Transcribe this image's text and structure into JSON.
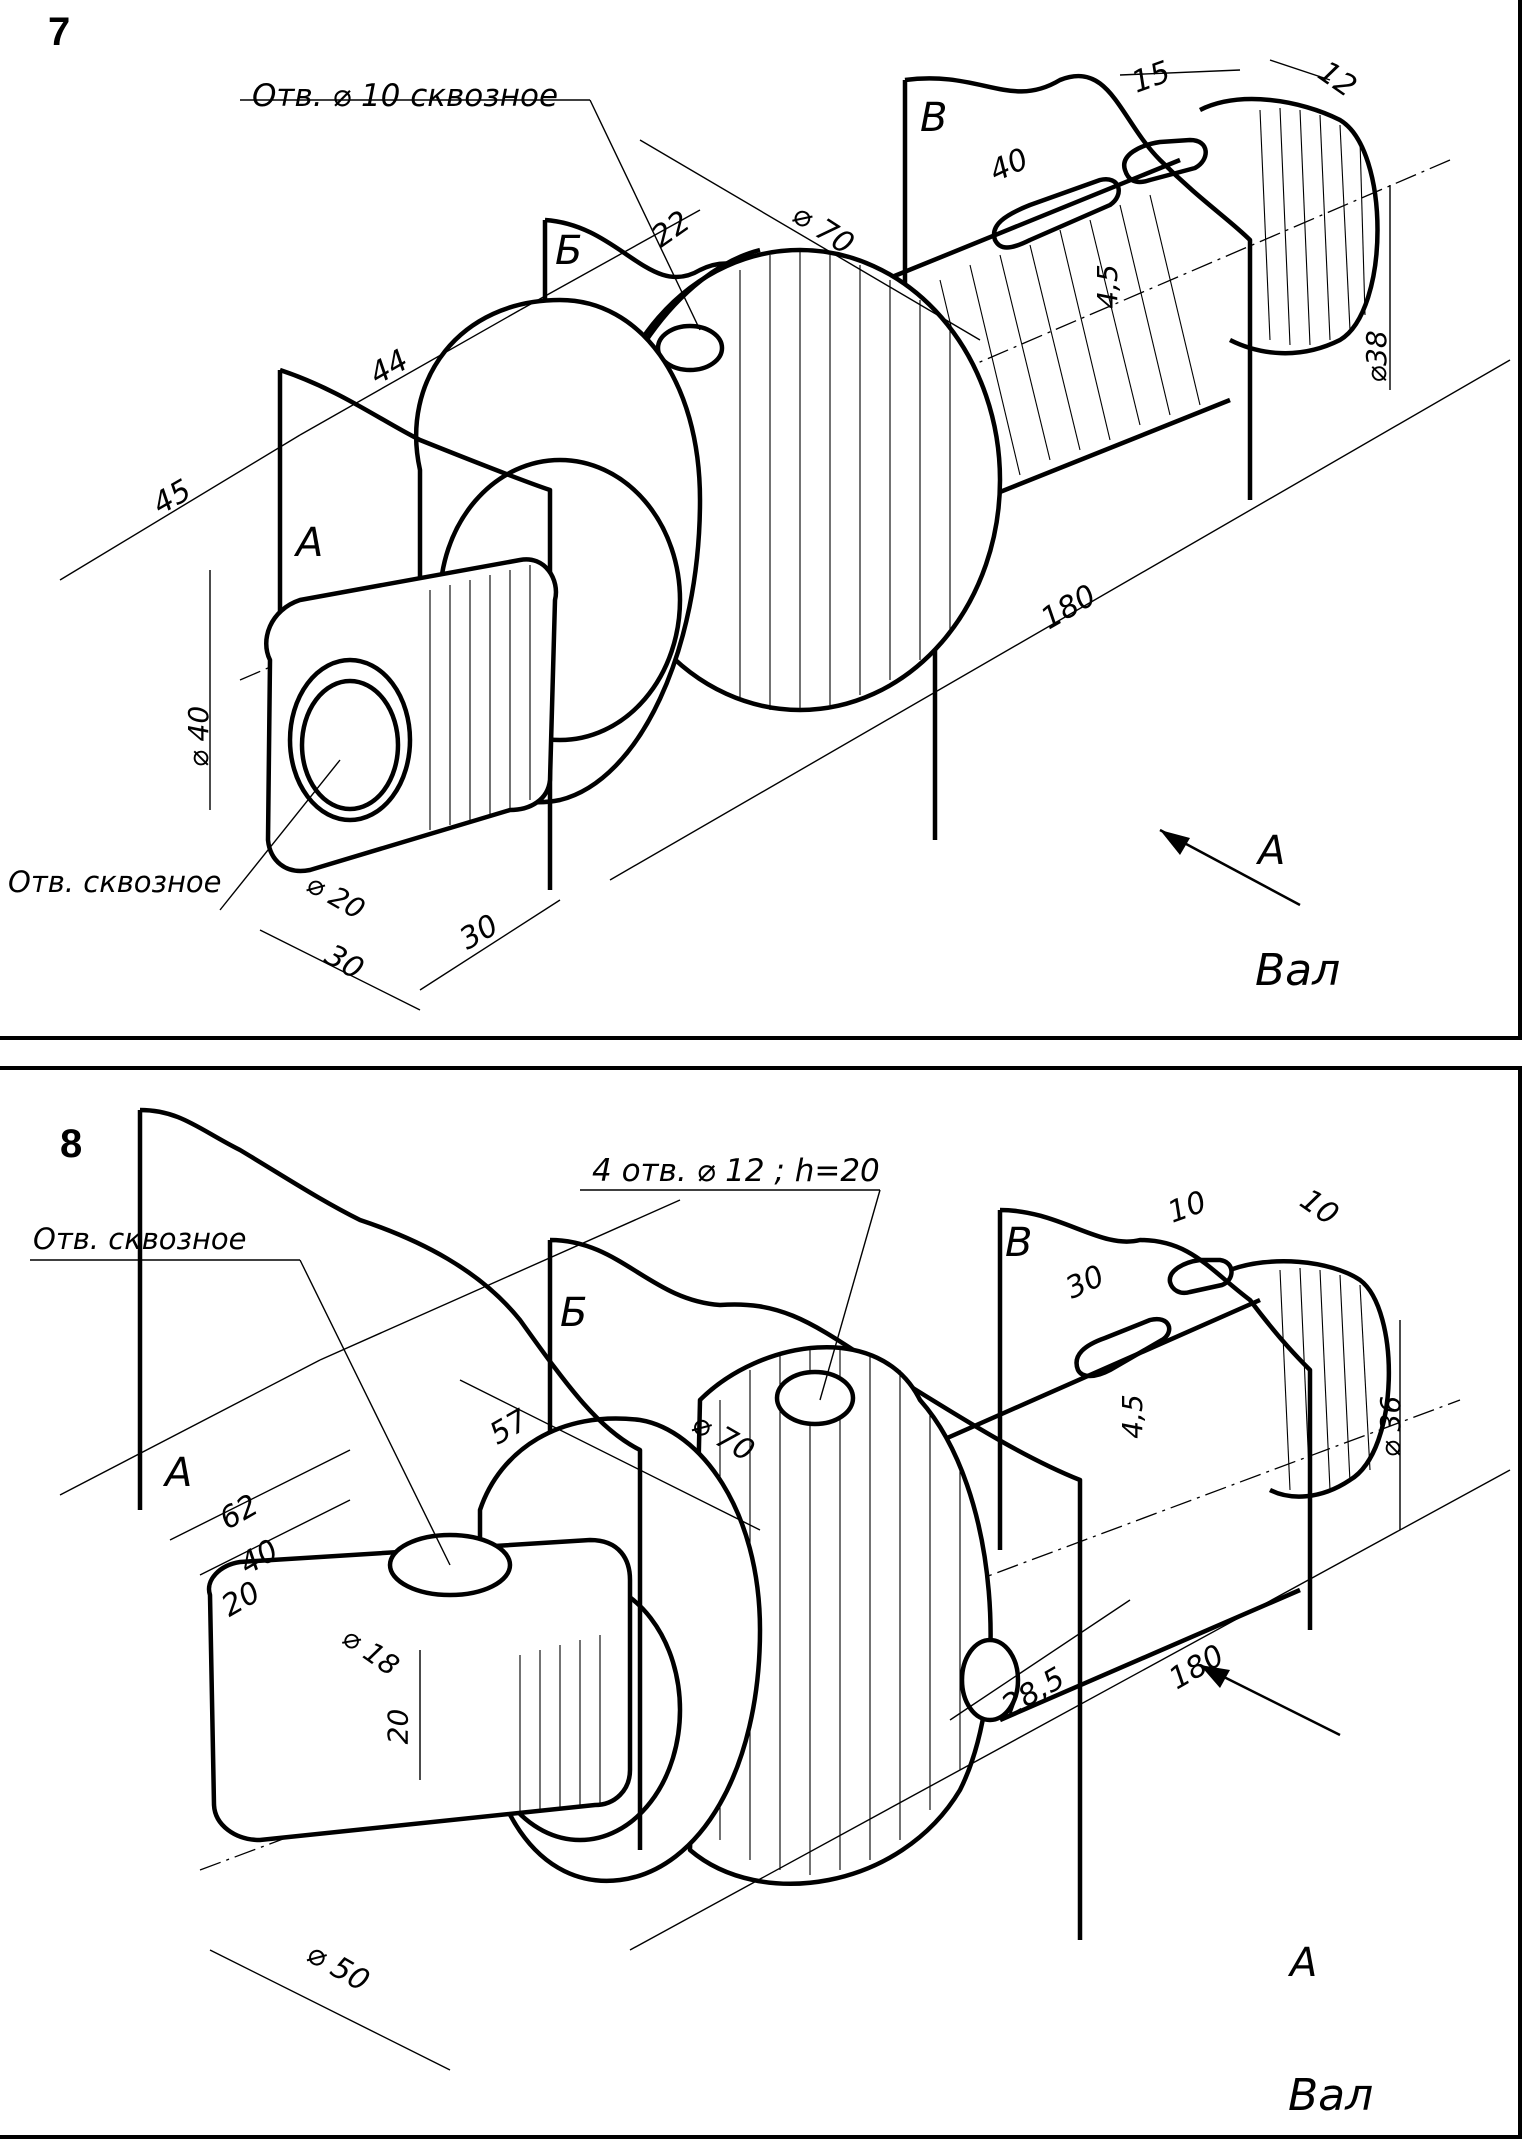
{
  "panels": [
    {
      "number": "7",
      "title": "Вал",
      "view_arrow": "A",
      "planes": [
        "А",
        "Б",
        "В"
      ],
      "notes": {
        "hole_top": "Отв. ⌀ 10 сквозное",
        "hole_front": "Отв. сквозное"
      },
      "dimensions": {
        "d_key": "15",
        "d_end": "12",
        "d_slot_len": "40",
        "d_depth": "4,5",
        "d_flange": "⌀ 70",
        "d_22": "22",
        "d_38": "⌀38",
        "d_44": "44",
        "d_45": "45",
        "d_180": "180",
        "d_40": "⌀ 40",
        "d_20": "⌀ 20",
        "d_30a": "30",
        "d_30b": "30"
      }
    },
    {
      "number": "8",
      "title": "Вал",
      "view_arrow": "A",
      "planes": [
        "А",
        "Б",
        "В"
      ],
      "notes": {
        "holes_top": "4 отв. ⌀ 12 ; h=20",
        "hole_front": "Отв. сквозное"
      },
      "dimensions": {
        "d_key": "10",
        "d_end": "10",
        "d_slot_len": "30",
        "d_depth": "4,5",
        "d_36": "⌀ 36",
        "d_57": "57",
        "d_flange": "⌀ 70",
        "d_62": "62",
        "d_40": "40",
        "d_20": "20",
        "d_18": "⌀ 18",
        "d_20h": "20",
        "d_50": "⌀ 50",
        "d_285": "28,5",
        "d_180": "180"
      }
    }
  ]
}
